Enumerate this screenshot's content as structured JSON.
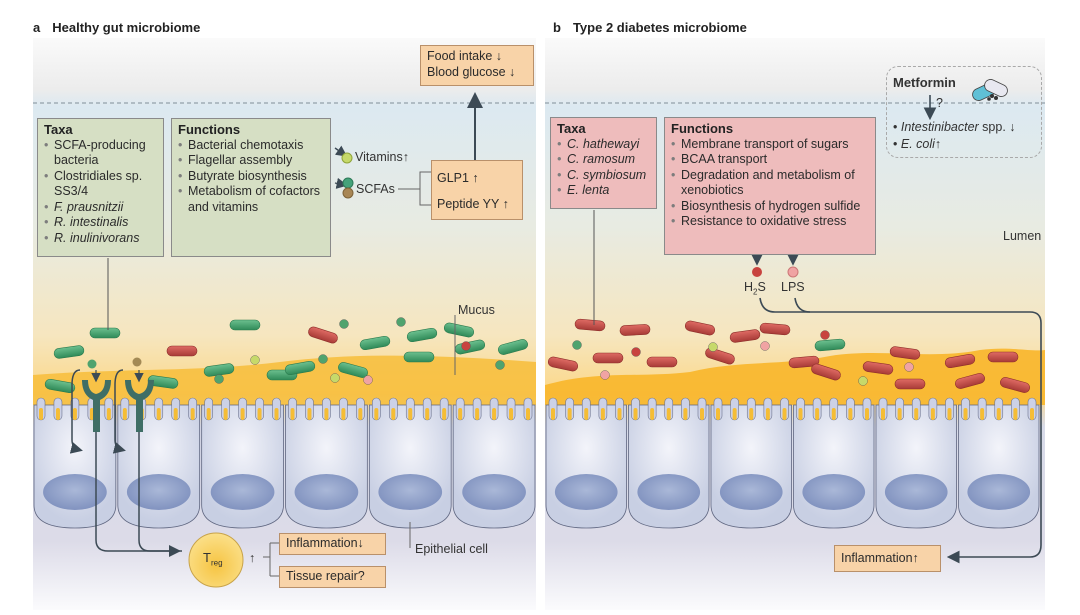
{
  "panel_a": {
    "letter": "a",
    "title": "Healthy gut microbiome",
    "taxa": {
      "heading": "Taxa",
      "items": [
        {
          "text": "SCFA-producing bacteria",
          "italic": false
        },
        {
          "text": "Clostridiales sp. SS3/4",
          "italic": false
        },
        {
          "text": "F. prausnitzii",
          "italic": true
        },
        {
          "text": "R. intestinalis",
          "italic": true
        },
        {
          "text": "R. inulinivorans",
          "italic": true
        }
      ]
    },
    "functions": {
      "heading": "Functions",
      "items": [
        "Bacterial chemotaxis",
        "Flagellar assembly",
        "Butyrate biosynthesis",
        "Metabolism of cofactors and vitamins"
      ]
    },
    "vitamins_label": "Vitamins↑",
    "scfas_label": "SCFAs",
    "hormones": {
      "glp1": "GLP1 ↑",
      "pyy": "Peptide YY ↑"
    },
    "outcomes": {
      "food_intake": "Food intake ↓",
      "blood_glucose": "Blood glucose ↓"
    },
    "mucus_label": "Mucus",
    "epithelial_label": "Epithelial cell",
    "treg": {
      "main": "T",
      "sub": "reg"
    },
    "treg_arrow": "↑",
    "inflammation": "Inflammation↓",
    "tissue_repair": "Tissue repair?"
  },
  "panel_b": {
    "letter": "b",
    "title": "Type 2 diabetes microbiome",
    "taxa": {
      "heading": "Taxa",
      "items": [
        "C. hathewayi",
        "C. ramosum",
        "C. symbiosum",
        "E. lenta"
      ]
    },
    "functions": {
      "heading": "Functions",
      "items": [
        "Membrane transport of sugars",
        "BCAA transport",
        "Degradation and metabolism of xenobiotics",
        "Biosynthesis of hydrogen sulfide",
        "Resistance to oxidative stress"
      ]
    },
    "metformin": {
      "title": "Metformin",
      "question": "?",
      "effects": [
        {
          "italic_part": "Intestinibacter",
          "rest": " spp. ↓"
        },
        {
          "italic_part": "E. coli",
          "rest": "↑"
        }
      ]
    },
    "h2s": {
      "main": "H",
      "sub": "2",
      "tail": "S"
    },
    "lps": "LPS",
    "lumen_label": "Lumen",
    "inflammation": "Inflammation↑"
  },
  "colors": {
    "bacteria_green": "#3f9d6a",
    "bacteria_red": "#c24a45",
    "mucus": "#f8be3a",
    "epithelium": "#d4d9ea",
    "nucleus": "#8d9ec6",
    "receptor": "#3f6e66",
    "outcome_box": "#f8d3a8",
    "taxa_green_box": "#d6dfc4",
    "taxa_pink_box": "#eebcbc"
  }
}
